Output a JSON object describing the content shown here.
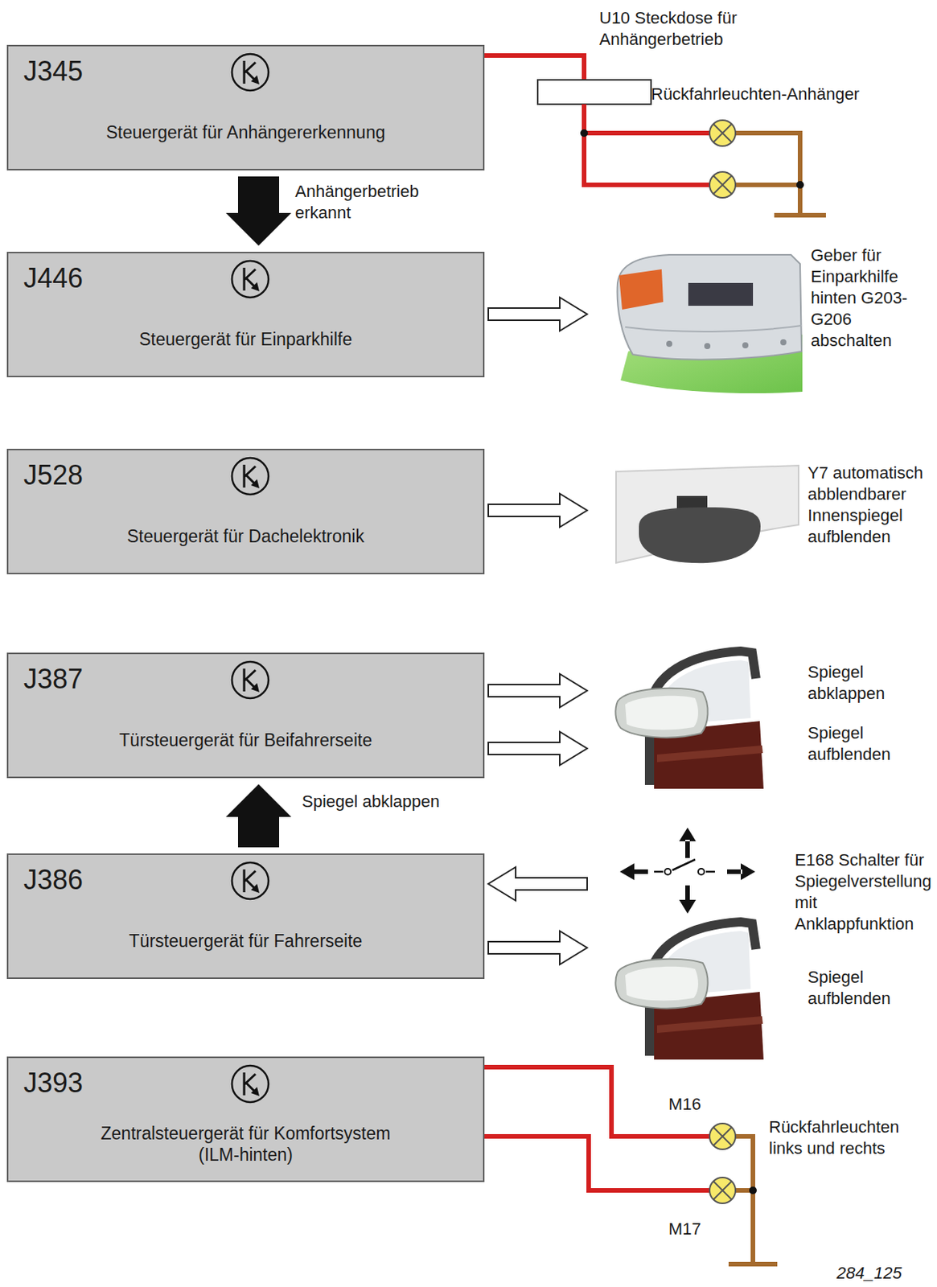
{
  "diagram": {
    "nodes": [
      {
        "text": [
          "J345",
          "Steuergerät für Anhängererkennung"
        ]
      },
      {
        "text": [
          "J446",
          "Steuergerät für Einparkhilfe"
        ]
      },
      {
        "text": [
          "J528",
          "Steuergerät für Dachelektronik"
        ]
      },
      {
        "text": [
          "J387",
          "Türsteuergerät für Beifahrerseite"
        ]
      },
      {
        "text": [
          "J386",
          "Türsteuergerät für Fahrerseite"
        ]
      },
      {
        "text": [
          "J393",
          "Zentralsteuergerät für Komfortsystem (ILM-hinten)"
        ]
      }
    ],
    "edges": [
      {
        "from": 0,
        "to": 1,
        "label": "Anhängerbetrieb erkannt",
        "arrow": "to"
      },
      {
        "from": 4,
        "to": 3,
        "label": "Spiegel abklappen",
        "arrow": "to"
      }
    ],
    "labels": [
      "U10 Steckdose für Anhängerbetrieb",
      "Rückfahrleuchten-Anhänger",
      "Geber für Einparkhilfe hinten G203-G206 abschalten",
      "Y7 automatisch abblendbarer Innenspiegel aufblenden",
      "Spiegel abklappen",
      "Spiegel aufblenden",
      "E168 Schalter für Spiegelverstellung mit Anklappfunktion",
      "Spiegel aufblenden",
      "M16",
      "Rückfahrleuchten links und rechts",
      "M17",
      "284_125"
    ]
  }
}
